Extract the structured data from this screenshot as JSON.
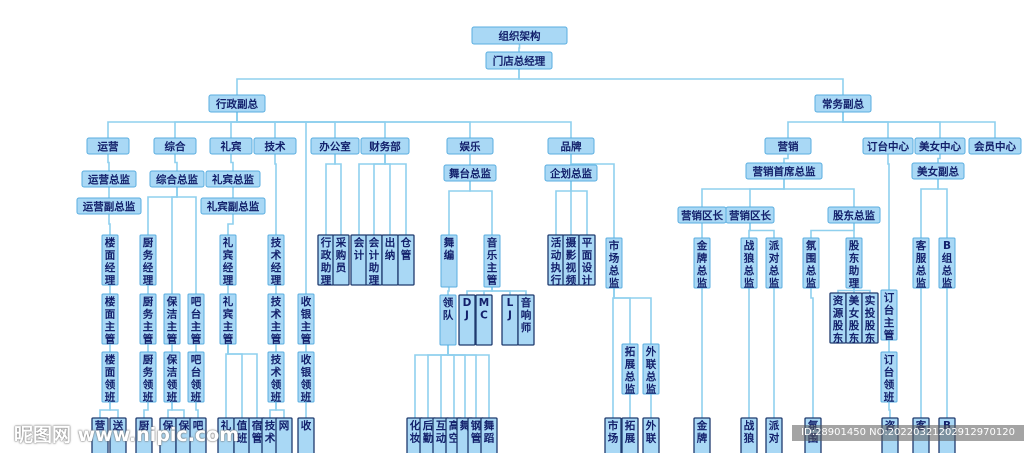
{
  "watermark": {
    "left": "昵图网 www.nipic.com",
    "right": "ID:28901450 NO:20220321202912970120"
  },
  "nodes": [
    {
      "id": "root",
      "label": "组织架构"
    },
    {
      "id": "gm",
      "label": "门店总经理"
    },
    {
      "id": "xz",
      "label": "行政副总"
    },
    {
      "id": "cw",
      "label": "常务副总"
    },
    {
      "id": "yy",
      "label": "运营"
    },
    {
      "id": "zh",
      "label": "综合"
    },
    {
      "id": "lb",
      "label": "礼宾"
    },
    {
      "id": "js",
      "label": "技术"
    },
    {
      "id": "bgs",
      "label": "办公室"
    },
    {
      "id": "cwb",
      "label": "财务部"
    },
    {
      "id": "yl",
      "label": "娱乐"
    },
    {
      "id": "pp",
      "label": "品牌"
    },
    {
      "id": "yx",
      "label": "营销"
    },
    {
      "id": "dt",
      "label": "订台中心"
    },
    {
      "id": "mn",
      "label": "美女中心"
    },
    {
      "id": "hy",
      "label": "会员中心"
    },
    {
      "id": "yyzj",
      "label": "运营总监"
    },
    {
      "id": "yyfzj",
      "label": "运营副总监"
    },
    {
      "id": "zhzj",
      "label": "综合总监"
    },
    {
      "id": "lbzj",
      "label": "礼宾总监"
    },
    {
      "id": "lbfzj",
      "label": "礼宾副总监"
    },
    {
      "id": "wtzj",
      "label": "舞台总监"
    },
    {
      "id": "qhzj",
      "label": "企划总监"
    },
    {
      "id": "yxsx",
      "label": "营销首席总监"
    },
    {
      "id": "yxqz1",
      "label": "营销区长"
    },
    {
      "id": "yxqz2",
      "label": "营销区长"
    },
    {
      "id": "gdzj",
      "label": "股东总监"
    },
    {
      "id": "mnfz",
      "label": "美女副总"
    },
    {
      "id": "lmjl",
      "label": "楼面经理"
    },
    {
      "id": "lmzg",
      "label": "楼面主管"
    },
    {
      "id": "lmlb",
      "label": "楼面领班"
    },
    {
      "id": "cfjl",
      "label": "厨务经理"
    },
    {
      "id": "cfzg",
      "label": "厨务主管"
    },
    {
      "id": "cflb",
      "label": "厨务领班"
    },
    {
      "id": "bjzg",
      "label": "保洁主管"
    },
    {
      "id": "bjlb",
      "label": "保洁领班"
    },
    {
      "id": "btzg",
      "label": "吧台主管"
    },
    {
      "id": "btlb",
      "label": "吧台领班"
    },
    {
      "id": "lbjl",
      "label": "礼宾经理"
    },
    {
      "id": "lbzg",
      "label": "礼宾主管"
    },
    {
      "id": "jsjl",
      "label": "技术经理"
    },
    {
      "id": "jszg",
      "label": "技术主管"
    },
    {
      "id": "jslb",
      "label": "技术领班"
    },
    {
      "id": "syzg",
      "label": "收银主管"
    },
    {
      "id": "sylb",
      "label": "收银领班"
    },
    {
      "id": "xzzl",
      "label": "行政助理"
    },
    {
      "id": "cgy",
      "label": "采购员"
    },
    {
      "id": "kj",
      "label": "会计"
    },
    {
      "id": "kjzl",
      "label": "会计助理"
    },
    {
      "id": "cn",
      "label": "出纳"
    },
    {
      "id": "cg",
      "label": "仓管"
    },
    {
      "id": "wb",
      "label": "舞编"
    },
    {
      "id": "yyzg",
      "label": "音乐主管"
    },
    {
      "id": "ld",
      "label": "领队"
    },
    {
      "id": "dj",
      "label": "DJ"
    },
    {
      "id": "mc",
      "label": "MC"
    },
    {
      "id": "lj",
      "label": "LJ"
    },
    {
      "id": "yxs",
      "label": "音响师"
    },
    {
      "id": "hdzx",
      "label": "活动执行"
    },
    {
      "id": "sysp",
      "label": "摄影视频"
    },
    {
      "id": "pmsj",
      "label": "平面设计"
    },
    {
      "id": "sczj",
      "label": "市场总监"
    },
    {
      "id": "tzzj",
      "label": "拓展总监"
    },
    {
      "id": "wlzj",
      "label": "外联总监"
    },
    {
      "id": "jpzj",
      "label": "金牌总监"
    },
    {
      "id": "zlzj",
      "label": "战狼总监"
    },
    {
      "id": "pdzj",
      "label": "派对总监"
    },
    {
      "id": "fwzj",
      "label": "氛围总监"
    },
    {
      "id": "gdzl",
      "label": "股东助理"
    },
    {
      "id": "zygd",
      "label": "资源股东"
    },
    {
      "id": "mngd",
      "label": "美女股东"
    },
    {
      "id": "stgd",
      "label": "实投股东"
    },
    {
      "id": "dtzg",
      "label": "订台主管"
    },
    {
      "id": "dtlb",
      "label": "订台领班"
    },
    {
      "id": "kfzj",
      "label": "客服总监"
    },
    {
      "id": "bzzj",
      "label": "B组总监"
    },
    {
      "id": "b_yx1",
      "label": "营"
    },
    {
      "id": "b_yx2",
      "label": "送"
    },
    {
      "id": "b_cf1",
      "label": "厨"
    },
    {
      "id": "b_cf2",
      "label": "保"
    },
    {
      "id": "b_cf3",
      "label": "保"
    },
    {
      "id": "b_bt",
      "label": "吧"
    },
    {
      "id": "b_lb",
      "label": "礼"
    },
    {
      "id": "b_zb",
      "label": "值班"
    },
    {
      "id": "b_sg",
      "label": "宿管"
    },
    {
      "id": "b_js",
      "label": "技术"
    },
    {
      "id": "b_wg",
      "label": "网"
    },
    {
      "id": "b_sy",
      "label": "收"
    },
    {
      "id": "b_wt1",
      "label": "化妆"
    },
    {
      "id": "b_wt2",
      "label": "后勤"
    },
    {
      "id": "b_wt3",
      "label": "互动"
    },
    {
      "id": "b_wt4",
      "label": "高空"
    },
    {
      "id": "b_wt5",
      "label": "舞"
    },
    {
      "id": "b_wt6",
      "label": "钢管"
    },
    {
      "id": "b_wt7",
      "label": "舞蹈"
    },
    {
      "id": "b_sc",
      "label": "市场"
    },
    {
      "id": "b_tz",
      "label": "拓展"
    },
    {
      "id": "b_wl",
      "label": "外联"
    },
    {
      "id": "b_jp",
      "label": "金牌"
    },
    {
      "id": "b_zl",
      "label": "战狼"
    },
    {
      "id": "b_pd",
      "label": "派对"
    },
    {
      "id": "b_fw",
      "label": "氛围"
    },
    {
      "id": "b_dt",
      "label": "咨"
    },
    {
      "id": "b_kf",
      "label": "客"
    },
    {
      "id": "b_b",
      "label": "B"
    }
  ],
  "edges": [
    [
      "root",
      "gm"
    ],
    [
      "gm",
      "xz"
    ],
    [
      "gm",
      "cw"
    ],
    [
      "xz",
      "yy"
    ],
    [
      "xz",
      "zh"
    ],
    [
      "xz",
      "lb"
    ],
    [
      "xz",
      "js"
    ],
    [
      "xz",
      "bgs"
    ],
    [
      "xz",
      "cwb"
    ],
    [
      "xz",
      "yl"
    ],
    [
      "xz",
      "pp"
    ],
    [
      "cw",
      "yx"
    ],
    [
      "cw",
      "dt"
    ],
    [
      "cw",
      "mn"
    ],
    [
      "cw",
      "hy"
    ],
    [
      "yy",
      "yyzj"
    ],
    [
      "yyzj",
      "yyfzj"
    ],
    [
      "yyfzj",
      "lmjl"
    ],
    [
      "lmjl",
      "lmzg"
    ],
    [
      "lmzg",
      "lmlb"
    ],
    [
      "lmlb",
      "b_yx1"
    ],
    [
      "lmlb",
      "b_yx2"
    ],
    [
      "zh",
      "zhzj"
    ],
    [
      "zhzj",
      "cfjl"
    ],
    [
      "zhzj",
      "bjzg"
    ],
    [
      "zhzj",
      "btzg"
    ],
    [
      "cfjl",
      "cfzg"
    ],
    [
      "cfzg",
      "cflb"
    ],
    [
      "cflb",
      "b_cf1"
    ],
    [
      "bjzg",
      "bjlb"
    ],
    [
      "bjlb",
      "b_cf2"
    ],
    [
      "bjlb",
      "b_cf3"
    ],
    [
      "btzg",
      "btlb"
    ],
    [
      "btlb",
      "b_bt"
    ],
    [
      "lb",
      "lbzj"
    ],
    [
      "lbzj",
      "lbfzj"
    ],
    [
      "lbfzj",
      "lbjl"
    ],
    [
      "lbjl",
      "lbzg"
    ],
    [
      "lbzg",
      "b_lb"
    ],
    [
      "lbzg",
      "b_zb"
    ],
    [
      "lbzg",
      "b_sg"
    ],
    [
      "js",
      "jsjl"
    ],
    [
      "jsjl",
      "jszg"
    ],
    [
      "jszg",
      "jslb"
    ],
    [
      "jslb",
      "b_js"
    ],
    [
      "jslb",
      "b_wg"
    ],
    [
      "xz",
      "syzg"
    ],
    [
      "syzg",
      "sylb"
    ],
    [
      "sylb",
      "b_sy"
    ],
    [
      "bgs",
      "xzzl"
    ],
    [
      "bgs",
      "cgy"
    ],
    [
      "cwb",
      "kj"
    ],
    [
      "cwb",
      "kjzl"
    ],
    [
      "cwb",
      "cn"
    ],
    [
      "cwb",
      "cg"
    ],
    [
      "yl",
      "wtzj"
    ],
    [
      "wtzj",
      "wb"
    ],
    [
      "wtzj",
      "yyzg"
    ],
    [
      "wb",
      "ld"
    ],
    [
      "yyzg",
      "dj"
    ],
    [
      "yyzg",
      "mc"
    ],
    [
      "yyzg",
      "lj"
    ],
    [
      "yyzg",
      "yxs"
    ],
    [
      "ld",
      "b_wt1"
    ],
    [
      "ld",
      "b_wt2"
    ],
    [
      "ld",
      "b_wt3"
    ],
    [
      "ld",
      "b_wt4"
    ],
    [
      "ld",
      "b_wt5"
    ],
    [
      "ld",
      "b_wt6"
    ],
    [
      "ld",
      "b_wt7"
    ],
    [
      "pp",
      "qhzj"
    ],
    [
      "qhzj",
      "hdzx"
    ],
    [
      "qhzj",
      "sysp"
    ],
    [
      "qhzj",
      "pmsj"
    ],
    [
      "pp",
      "sczj"
    ],
    [
      "sczj",
      "tzzj"
    ],
    [
      "sczj",
      "wlzj"
    ],
    [
      "sczj",
      "b_sc"
    ],
    [
      "tzzj",
      "b_tz"
    ],
    [
      "wlzj",
      "b_wl"
    ],
    [
      "yx",
      "yxsx"
    ],
    [
      "yxsx",
      "yxqz1"
    ],
    [
      "yxsx",
      "yxqz2"
    ],
    [
      "yxsx",
      "gdzj"
    ],
    [
      "yxqz1",
      "jpzj"
    ],
    [
      "jpzj",
      "b_jp"
    ],
    [
      "yxqz2",
      "zlzj"
    ],
    [
      "yxqz2",
      "pdzj"
    ],
    [
      "zlzj",
      "b_zl"
    ],
    [
      "pdzj",
      "b_pd"
    ],
    [
      "gdzj",
      "fwzj"
    ],
    [
      "gdzj",
      "gdzl"
    ],
    [
      "fwzj",
      "b_fw"
    ],
    [
      "gdzl",
      "zygd"
    ],
    [
      "gdzl",
      "mngd"
    ],
    [
      "gdzl",
      "stgd"
    ],
    [
      "dt",
      "dtzg"
    ],
    [
      "dtzg",
      "dtlb"
    ],
    [
      "dtlb",
      "b_dt"
    ],
    [
      "mn",
      "mnfz"
    ],
    [
      "mnfz",
      "kfzj"
    ],
    [
      "mnfz",
      "bzzj"
    ],
    [
      "kfzj",
      "b_kf"
    ],
    [
      "bzzj",
      "b_b"
    ]
  ]
}
